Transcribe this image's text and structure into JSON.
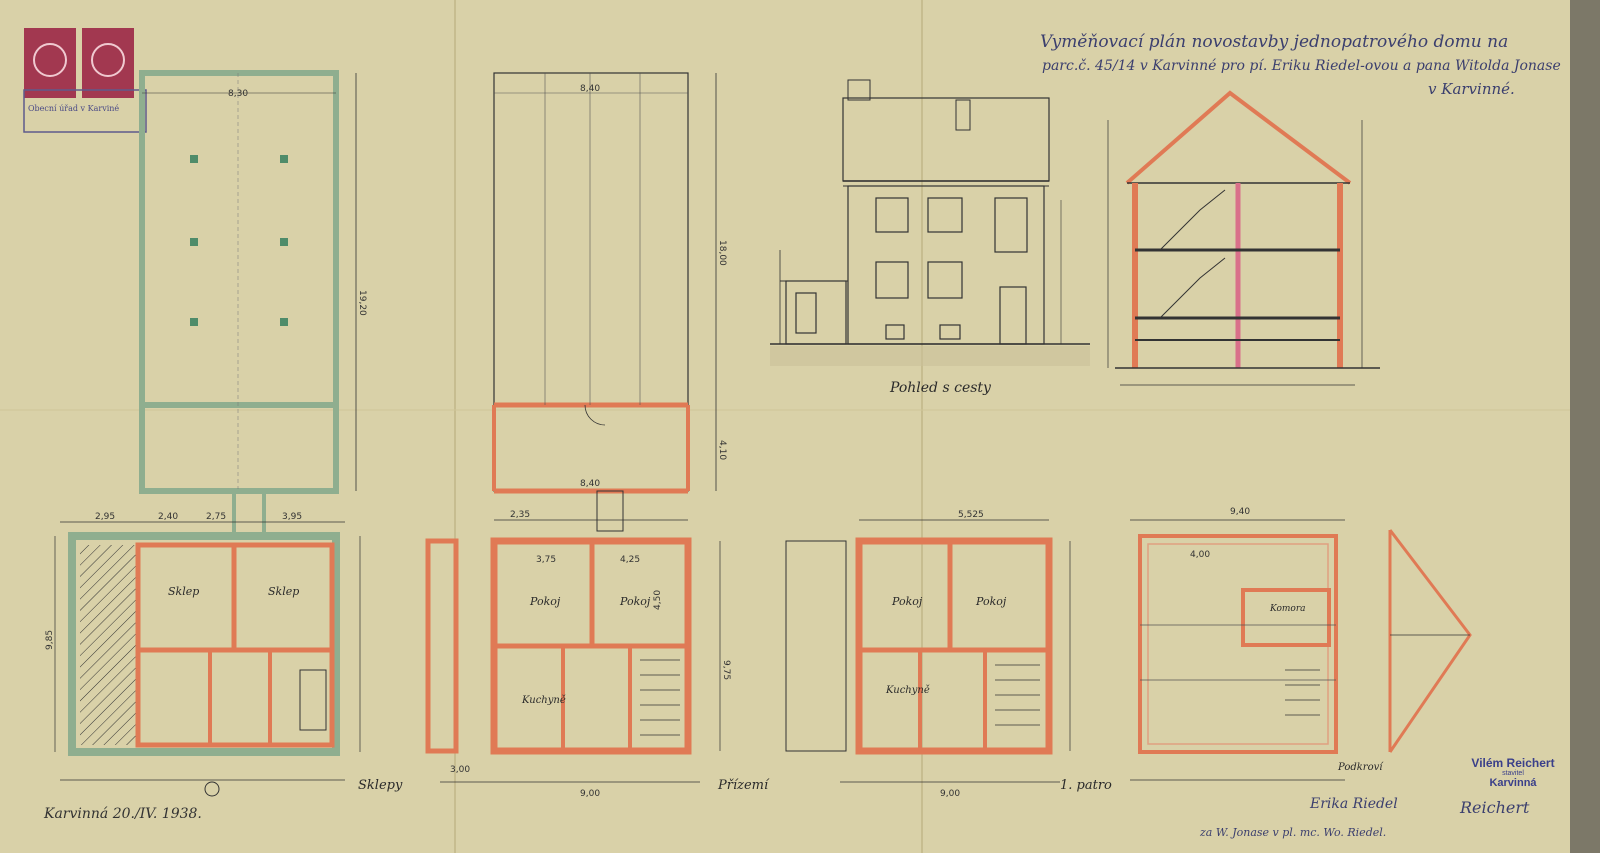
{
  "title": {
    "line1": "Vyměňovací plán novostavby jednopatrového domu na",
    "line2": "parc.č. 45/14 v Karvinné pro pí. Eriku Riedel-ovou a pana Witolda Jonase",
    "line3": "v Karvinné."
  },
  "stamps": {
    "office_text": "Obecní úřad v Karviné"
  },
  "views": {
    "elevation_label": "Pohled s cesty",
    "basement_label": "Sklepy",
    "ground_label": "Přízemí",
    "first_floor_label": "1. patro"
  },
  "rooms": {
    "sklep1": "Sklep",
    "sklep2": "Sklep",
    "pokoj1": "Pokoj",
    "pokoj2": "Pokoj",
    "kuchyne": "Kuchyně",
    "pokoj3": "Pokoj",
    "pokoj4": "Pokoj",
    "kuchyne2": "Kuchyně",
    "komora": "Komora"
  },
  "dimensions": {
    "d830": "8,30",
    "d1920": "19,20",
    "d840": "8,40",
    "d1800": "18,00",
    "d840b": "8,40",
    "d900a": "9,00",
    "d900b": "9,00",
    "d940": "9,40",
    "d985": "9,85",
    "d975": "9,75",
    "d410": "4,10",
    "d295": "2,95",
    "d240": "2,40",
    "d275": "2,75",
    "d395": "3,95",
    "d235": "2,35",
    "d552": "5,525",
    "d375": "3,75",
    "d425": "4,25",
    "d450": "4,50",
    "d400": "4,00",
    "d300": "3,00"
  },
  "place_date": "Karvinná 20./IV. 1938.",
  "signatures": {
    "owner": "Erika Riedel",
    "proxy": "za W. Jonase v pl. mc. Wo. Riedel.",
    "builder_sig": "Reichert"
  },
  "builder_stamp": {
    "name": "Vilém Reichert",
    "title": "stavitel",
    "city": "Karvinná"
  },
  "podkrovi_label": "Podkroví",
  "colors": {
    "paper": "#d9d1a8",
    "red_wall": "#e07a55",
    "green_wall": "#8fae8f",
    "ink": "#2e2e2e"
  }
}
